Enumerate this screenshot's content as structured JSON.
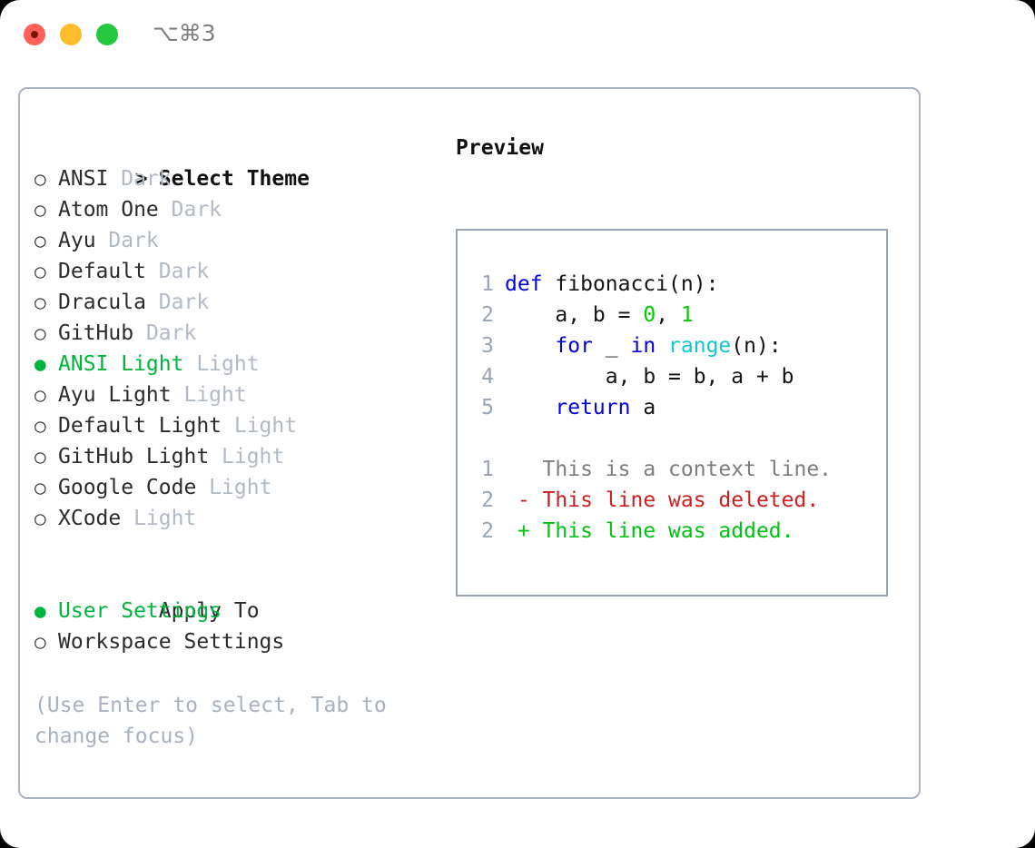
{
  "window": {
    "title": "⌥⌘3",
    "traffic_lights": [
      "close-red",
      "minimize-yellow",
      "maximize-green"
    ]
  },
  "theme_selector": {
    "heading_marker": ">",
    "heading": "Select Theme",
    "marker_selected": "●",
    "marker_unselected": "○",
    "items": [
      {
        "name": "ANSI",
        "variant": "Dark",
        "selected": false
      },
      {
        "name": "Atom One",
        "variant": "Dark",
        "selected": false
      },
      {
        "name": "Ayu",
        "variant": "Dark",
        "selected": false
      },
      {
        "name": "Default",
        "variant": "Dark",
        "selected": false
      },
      {
        "name": "Dracula",
        "variant": "Dark",
        "selected": false
      },
      {
        "name": "GitHub",
        "variant": "Dark",
        "selected": false
      },
      {
        "name": "ANSI Light",
        "variant": "Light",
        "selected": true
      },
      {
        "name": "Ayu Light",
        "variant": "Light",
        "selected": false
      },
      {
        "name": "Default Light",
        "variant": "Light",
        "selected": false
      },
      {
        "name": "GitHub Light",
        "variant": "Light",
        "selected": false
      },
      {
        "name": "Google Code",
        "variant": "Light",
        "selected": false
      },
      {
        "name": "XCode",
        "variant": "Light",
        "selected": false
      }
    ]
  },
  "apply_to": {
    "heading": "Apply To",
    "options": [
      {
        "label": "User Settings",
        "selected": true
      },
      {
        "label": "Workspace Settings",
        "selected": false
      }
    ]
  },
  "hint": "(Use Enter to select, Tab to change focus)",
  "preview": {
    "label": "Preview",
    "code_lines": [
      {
        "no": "1",
        "tokens": [
          {
            "t": "def",
            "c": "kw"
          },
          {
            "t": " ",
            "c": "plain"
          },
          {
            "t": "fibonacci",
            "c": "fn"
          },
          {
            "t": "(n):",
            "c": "plain"
          }
        ]
      },
      {
        "no": "2",
        "tokens": [
          {
            "t": "    a, b = ",
            "c": "plain"
          },
          {
            "t": "0",
            "c": "num"
          },
          {
            "t": ", ",
            "c": "plain"
          },
          {
            "t": "1",
            "c": "num"
          }
        ]
      },
      {
        "no": "3",
        "tokens": [
          {
            "t": "    ",
            "c": "plain"
          },
          {
            "t": "for",
            "c": "kw"
          },
          {
            "t": " _ ",
            "c": "plain"
          },
          {
            "t": "in",
            "c": "kw"
          },
          {
            "t": " ",
            "c": "plain"
          },
          {
            "t": "range",
            "c": "built"
          },
          {
            "t": "(n):",
            "c": "plain"
          }
        ]
      },
      {
        "no": "4",
        "tokens": [
          {
            "t": "        a, b = b, a + b",
            "c": "plain"
          }
        ]
      },
      {
        "no": "5",
        "tokens": [
          {
            "t": "    ",
            "c": "plain"
          },
          {
            "t": "return",
            "c": "kw"
          },
          {
            "t": " a",
            "c": "plain"
          }
        ]
      }
    ],
    "diff_lines": [
      {
        "no": "1",
        "sign": " ",
        "text": "This is a context line.",
        "kind": "ctx"
      },
      {
        "no": "2",
        "sign": "-",
        "text": "This line was deleted.",
        "kind": "del"
      },
      {
        "no": "2",
        "sign": "+",
        "text": "This line was added.",
        "kind": "add"
      }
    ]
  },
  "colors": {
    "accent_green": "#00b33c",
    "keyword_blue": "#0000dd",
    "number_green": "#00cc00",
    "builtin_cyan": "#14c8c8",
    "diff_delete_red": "#cc1f1f",
    "diff_add_green": "#00c213",
    "muted_gray": "#b2bac4",
    "panel_border": "#aab3c0"
  }
}
